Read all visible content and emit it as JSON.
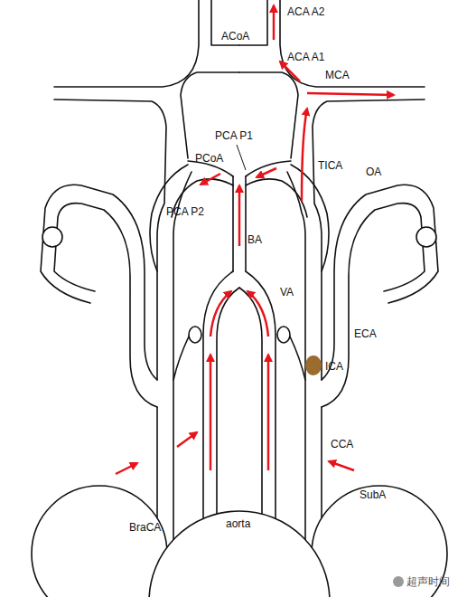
{
  "diagram": {
    "labels": [
      "ACA A2",
      "ACoA",
      "ACA A1",
      "MCA",
      "PCA P1",
      "TICA",
      "PCoA",
      "OA",
      "PCA P2",
      "BA",
      "VA",
      "ECA",
      "ICA",
      "CCA",
      "SubA",
      "BraCA",
      "aorta",
      "超声时间"
    ]
  }
}
